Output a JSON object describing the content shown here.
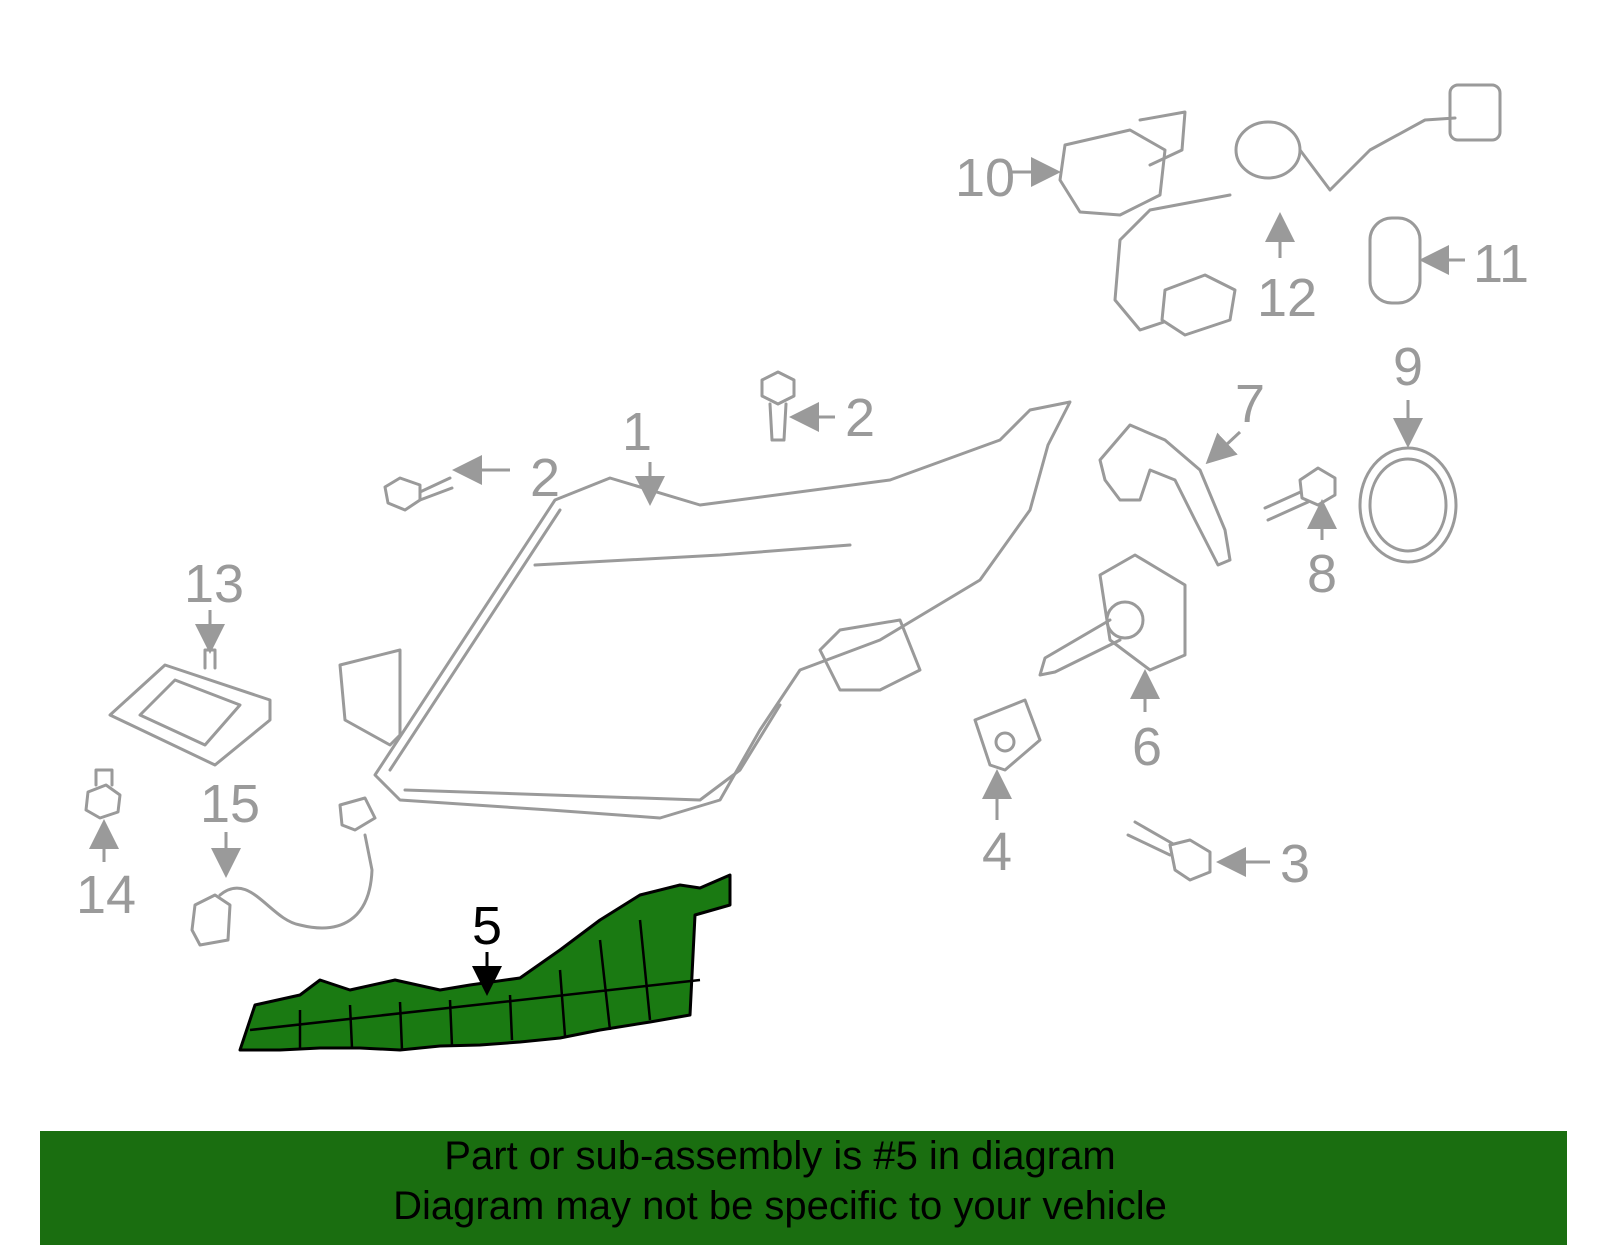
{
  "callouts": {
    "c1": "1",
    "c2a": "2",
    "c2b": "2",
    "c3": "3",
    "c4": "4",
    "c5": "5",
    "c6": "6",
    "c7": "7",
    "c8": "8",
    "c9": "9",
    "c10": "10",
    "c11": "11",
    "c12": "12",
    "c13": "13",
    "c14": "14",
    "c15": "15"
  },
  "highlighted_part": "5",
  "colors": {
    "highlight": "#1a7a12",
    "banner": "#1a6e10",
    "line": "#9a9a9a"
  },
  "banner": {
    "line1": "Part or sub-assembly is #5 in diagram",
    "line2": "Diagram may not be specific to your vehicle"
  }
}
